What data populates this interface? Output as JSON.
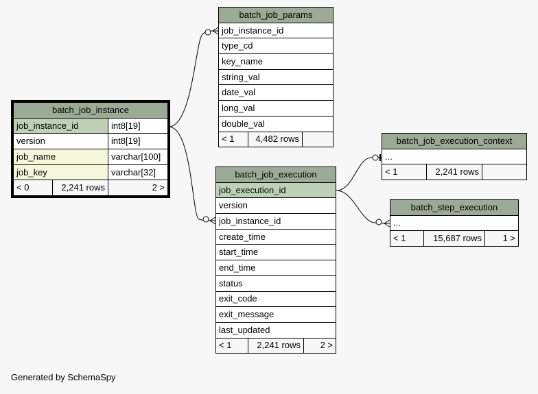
{
  "tables": {
    "batch_job_params": {
      "name": "batch_job_params",
      "columns": [
        "job_instance_id",
        "type_cd",
        "key_name",
        "string_val",
        "date_val",
        "long_val",
        "double_val"
      ],
      "footer": {
        "parents": "< 1",
        "rows": "4,482 rows",
        "children": ""
      }
    },
    "batch_job_instance": {
      "name": "batch_job_instance",
      "columns": [
        {
          "name": "job_instance_id",
          "type": "int8[19]"
        },
        {
          "name": "version",
          "type": "int8[19]"
        },
        {
          "name": "job_name",
          "type": "varchar[100]"
        },
        {
          "name": "job_key",
          "type": "varchar[32]"
        }
      ],
      "footer": {
        "parents": "< 0",
        "rows": "2,241 rows",
        "children": "2 >"
      }
    },
    "batch_job_execution": {
      "name": "batch_job_execution",
      "columns": [
        "job_execution_id",
        "version",
        "job_instance_id",
        "create_time",
        "start_time",
        "end_time",
        "status",
        "exit_code",
        "exit_message",
        "last_updated"
      ],
      "footer": {
        "parents": "< 1",
        "rows": "2,241 rows",
        "children": "2 >"
      }
    },
    "batch_job_execution_context": {
      "name": "batch_job_execution_context",
      "columns": [
        "..."
      ],
      "footer": {
        "parents": "< 1",
        "rows": "2,241 rows",
        "children": ""
      }
    },
    "batch_step_execution": {
      "name": "batch_step_execution",
      "columns": [
        "..."
      ],
      "footer": {
        "parents": "< 1",
        "rows": "15,687 rows",
        "children": "1 >"
      }
    }
  },
  "footer_text": "Generated by SchemaSpy"
}
